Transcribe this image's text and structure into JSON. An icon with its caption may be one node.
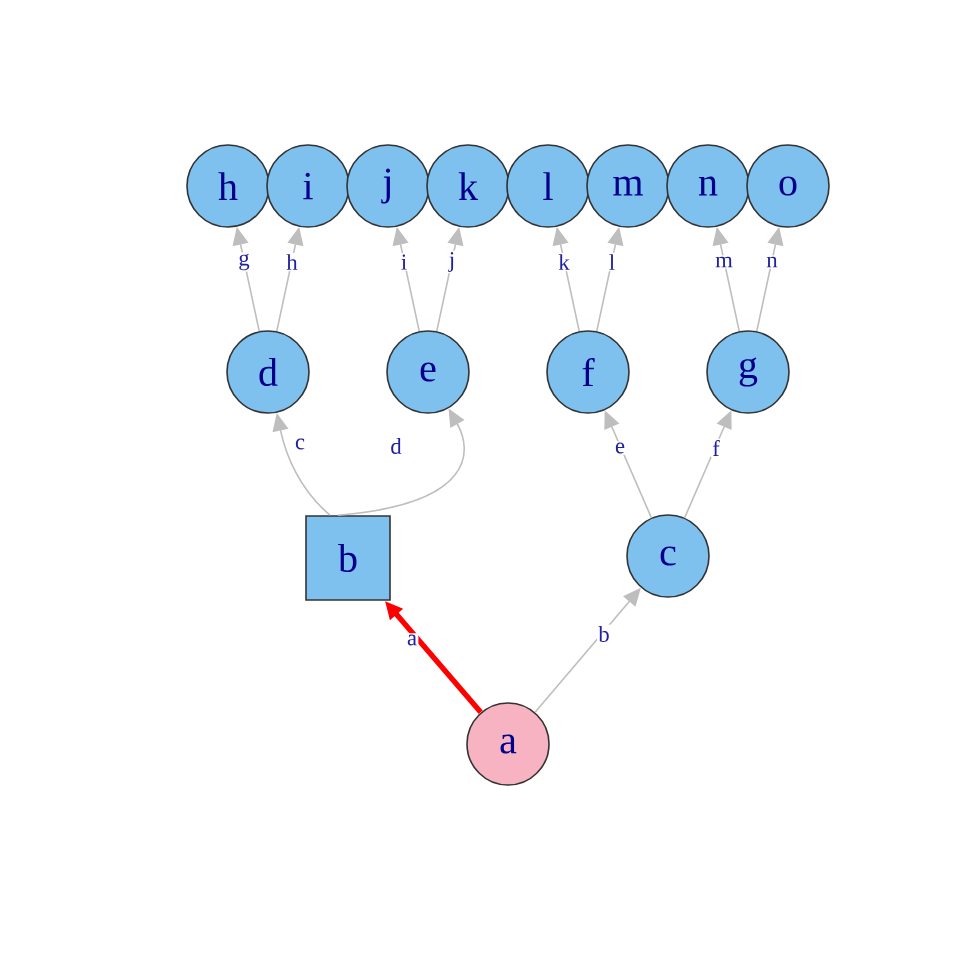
{
  "diagram": {
    "nodes": [
      {
        "text": [
          "h"
        ]
      },
      {
        "text": [
          "i"
        ]
      },
      {
        "text": [
          "j"
        ]
      },
      {
        "text": [
          "k"
        ]
      },
      {
        "text": [
          "l"
        ]
      },
      {
        "text": [
          "m"
        ]
      },
      {
        "text": [
          "n"
        ]
      },
      {
        "text": [
          "o"
        ]
      },
      {
        "text": [
          "d"
        ]
      },
      {
        "text": [
          "e"
        ]
      },
      {
        "text": [
          "f"
        ]
      },
      {
        "text": [
          "g"
        ]
      },
      {
        "text": [
          "b"
        ]
      },
      {
        "text": [
          "c"
        ]
      },
      {
        "text": [
          "a"
        ]
      }
    ],
    "edges": [
      {
        "from": 14,
        "to": 12,
        "arrow": "to",
        "label": "a",
        "style": "thick",
        "color": "#ff0000"
      },
      {
        "from": 14,
        "to": 13,
        "arrow": "to",
        "label": "b"
      },
      {
        "from": 12,
        "to": 8,
        "arrow": "to",
        "label": "c"
      },
      {
        "from": 12,
        "to": 9,
        "arrow": "to",
        "label": "d"
      },
      {
        "from": 13,
        "to": 10,
        "arrow": "to",
        "label": "e"
      },
      {
        "from": 13,
        "to": 11,
        "arrow": "to",
        "label": "f"
      },
      {
        "from": 8,
        "to": 0,
        "arrow": "to",
        "label": "g"
      },
      {
        "from": 8,
        "to": 1,
        "arrow": "to",
        "label": "h"
      },
      {
        "from": 9,
        "to": 2,
        "arrow": "to",
        "label": "i"
      },
      {
        "from": 9,
        "to": 3,
        "arrow": "to",
        "label": "j"
      },
      {
        "from": 10,
        "to": 4,
        "arrow": "to",
        "label": "k"
      },
      {
        "from": 10,
        "to": 5,
        "arrow": "to",
        "label": "l"
      },
      {
        "from": 11,
        "to": 6,
        "arrow": "to",
        "label": "m"
      },
      {
        "from": 11,
        "to": 7,
        "arrow": "to",
        "label": "n"
      }
    ]
  }
}
